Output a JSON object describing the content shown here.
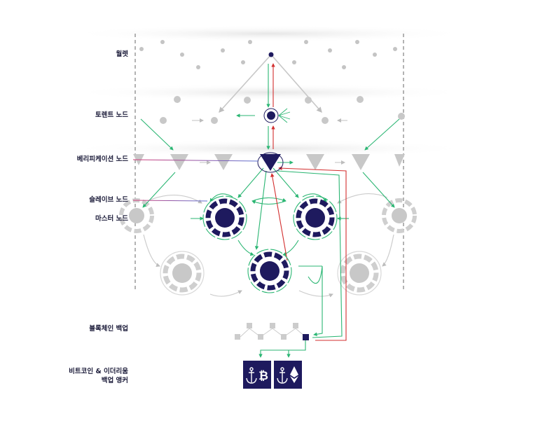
{
  "labels": {
    "wallet": "월렛",
    "torrent_node": "토렌트 노드",
    "verification_node": "베리피케이션 노드",
    "slave_node": "슬레이브 노드",
    "master_node": "마스터 노드",
    "blockchain_backup": "블록체인 백업",
    "anchor_line1": "비트코인 & 이더리움",
    "anchor_line2": "백업 앵커"
  },
  "anchors": {
    "bitcoin_symbol": "₿",
    "anchor_icon": "anchor-icon",
    "bitcoin_icon": "bitcoin-icon",
    "ethereum_icon": "ethereum-icon"
  },
  "colors": {
    "navy": "#1e1a5e",
    "green": "#2bb673",
    "red": "#d32f2f",
    "grey": "#c8c8c8",
    "label_line_start": "#d23c78",
    "label_line_end": "#5a6fd0"
  }
}
